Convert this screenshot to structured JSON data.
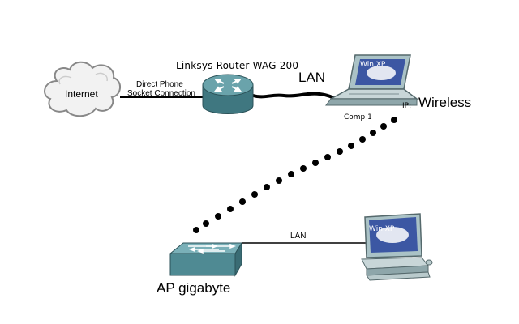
{
  "nodes": {
    "internet": {
      "label": "Internet",
      "icon": "cloud-icon"
    },
    "router": {
      "label": "Linksys Router WAG 200",
      "icon": "router-icon"
    },
    "comp1": {
      "screen_label": "Win XP",
      "name": "Comp 1",
      "ip_label": "IP: ",
      "icon": "laptop-icon"
    },
    "ap": {
      "label": "AP gigabyte",
      "icon": "switch-icon"
    },
    "desktop": {
      "screen_label": "Win XP",
      "icon": "desktop-computer-icon"
    }
  },
  "links": {
    "phone": {
      "line1": "Direct Phone",
      "line2": "Socket Connection",
      "style": "solid"
    },
    "router_lan": {
      "label": "LAN",
      "style": "solid-thick"
    },
    "wireless": {
      "label": "Wireless",
      "style": "dotted"
    },
    "ap_lan": {
      "label": "LAN",
      "style": "solid"
    }
  },
  "colors": {
    "router_body": "#4f8a93",
    "switch_body": "#5e9aa3",
    "laptop_body": "#9fb8bd",
    "screen": "#3c57a3",
    "line": "#000000"
  }
}
